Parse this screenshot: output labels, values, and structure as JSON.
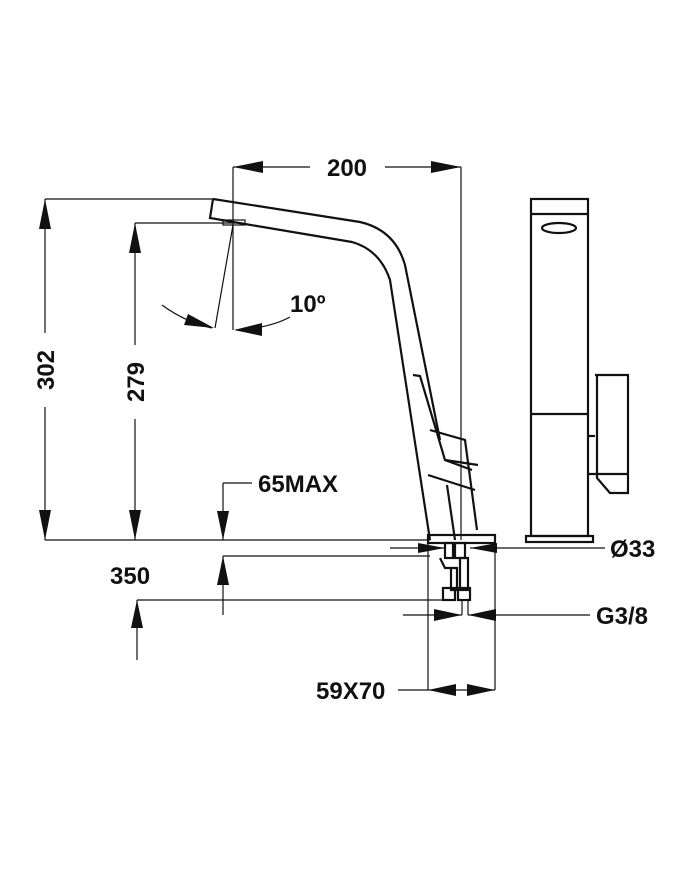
{
  "drawing": {
    "title": "Kitchen faucet technical dimension drawing",
    "views": [
      "side-view",
      "front-view"
    ],
    "colors": {
      "line": "#111111",
      "background": "#ffffff"
    }
  },
  "dimensions": {
    "spout_reach": "200",
    "total_height": "302",
    "spout_height": "279",
    "swivel_angle": "10º",
    "deck_thickness_max": "65MAX",
    "hose_length": "350",
    "base_diameter": "Ø33",
    "connection_thread": "G3/8",
    "base_plate": "59X70"
  }
}
